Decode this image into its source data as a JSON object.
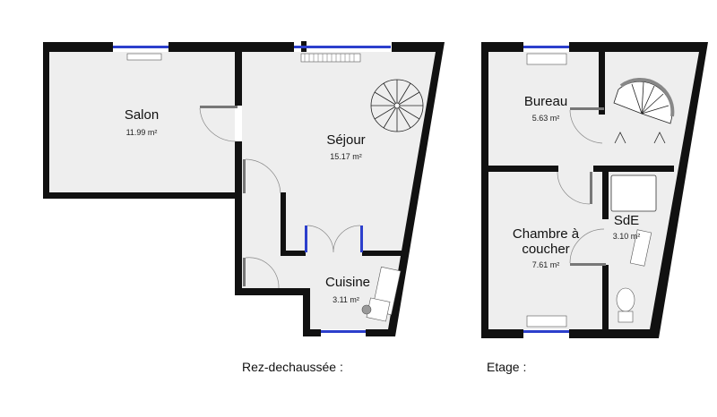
{
  "floors": [
    {
      "caption": "Rez-dechaussée :",
      "rooms": [
        {
          "name": "Salon",
          "area": "11.99 m²"
        },
        {
          "name": "Séjour",
          "area": "15.17 m²"
        },
        {
          "name": "Cuisine",
          "area": "3.11 m²"
        }
      ]
    },
    {
      "caption": "Etage :",
      "rooms": [
        {
          "name": "Bureau",
          "area": "5.63 m²"
        },
        {
          "name": "SdE",
          "area": "3.10 m²"
        },
        {
          "name": "Chambre à coucher",
          "area": "7.61 m²"
        }
      ]
    }
  ],
  "colors": {
    "wall": "#111111",
    "floor": "#eeeeee",
    "window": "#2c3fcc",
    "door_leaf": "#777777"
  }
}
